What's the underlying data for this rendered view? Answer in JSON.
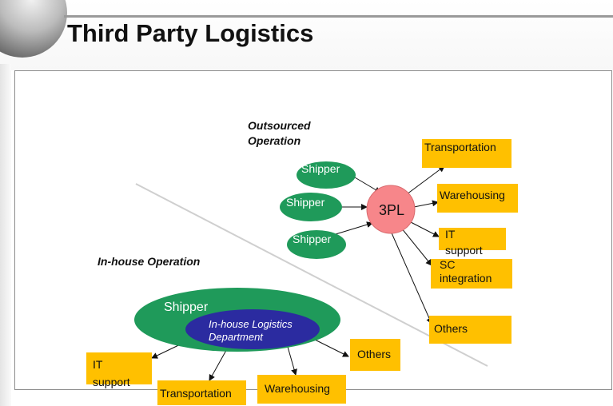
{
  "title": "Third Party Logistics",
  "outsourced": {
    "label_line1": "Outsourced",
    "label_line2": "Operation",
    "shippers": [
      "Shipper",
      "Shipper",
      "Shipper"
    ],
    "hub": "3PL",
    "services": {
      "transportation": "Transportation",
      "warehousing": "Warehousing",
      "it_line1": "IT",
      "it_line2": "support",
      "sc_line1": "SC",
      "sc_line2": "integration",
      "others": "Others"
    }
  },
  "inhouse": {
    "label": "In-house Operation",
    "shipper": "Shipper",
    "department_line1": "In-house Logistics",
    "department_line2": "Department",
    "services": {
      "it_line1": "IT",
      "it_line2": "support",
      "transportation": "Transportation",
      "warehousing": "Warehousing",
      "others": "Others"
    }
  },
  "colors": {
    "shipper_green": "#1f9a5a",
    "hub_pink": "#f7868a",
    "box_yellow": "#ffc000",
    "department_blue": "#2b2ba0"
  }
}
